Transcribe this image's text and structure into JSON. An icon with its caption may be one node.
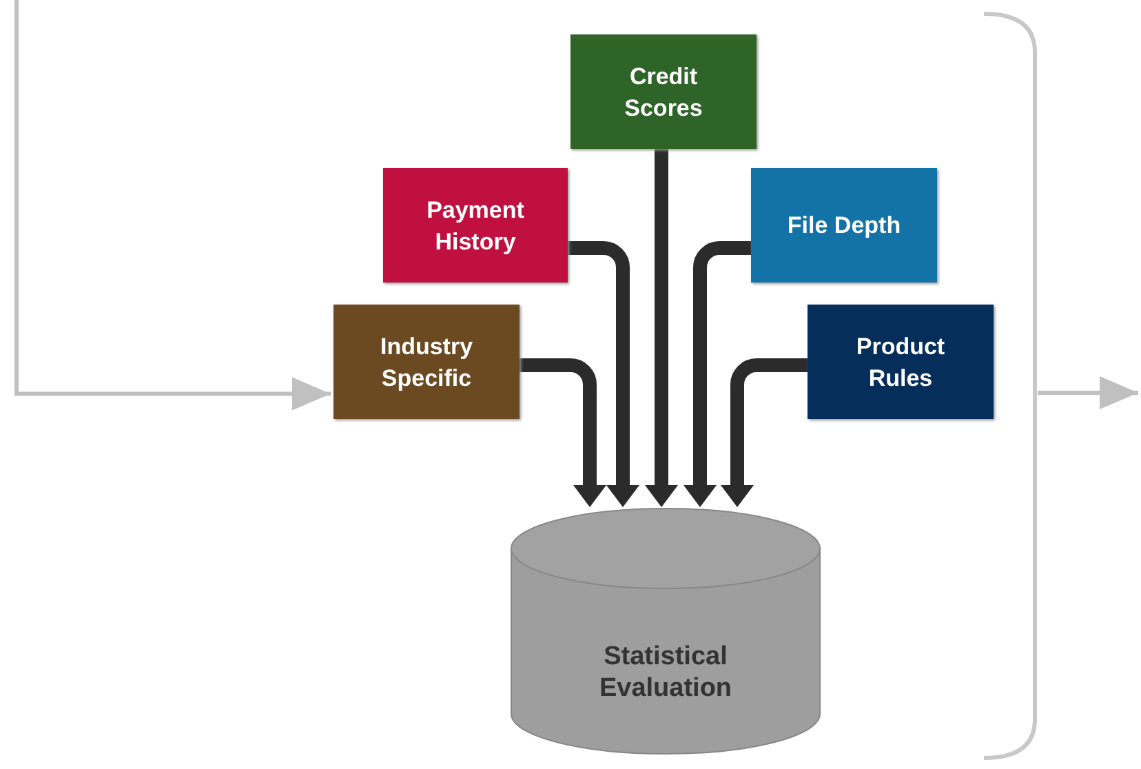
{
  "diagram": {
    "nodes": [
      {
        "text": [
          "Credit Scores"
        ]
      },
      {
        "text": [
          "Payment History"
        ]
      },
      {
        "text": [
          "File Depth"
        ]
      },
      {
        "text": [
          "Industry Specific"
        ]
      },
      {
        "text": [
          "Product Rules"
        ]
      },
      {
        "text": [
          "Statistical Evaluation"
        ]
      },
      {
        "text": [],
        "shape": "bracket"
      }
    ],
    "edges": [
      {
        "from": 0,
        "to": 5,
        "arrow": "to"
      },
      {
        "from": 1,
        "to": 5,
        "arrow": "to"
      },
      {
        "from": 2,
        "to": 5,
        "arrow": "to"
      },
      {
        "from": 3,
        "to": 5,
        "arrow": "to"
      },
      {
        "from": 4,
        "to": 5,
        "arrow": "to"
      },
      {
        "from": null,
        "to": 3,
        "arrow": "to",
        "color": "#c0c0c0"
      },
      {
        "from": 6,
        "to": null,
        "arrow": "to",
        "color": "#c0c0c0"
      }
    ]
  }
}
